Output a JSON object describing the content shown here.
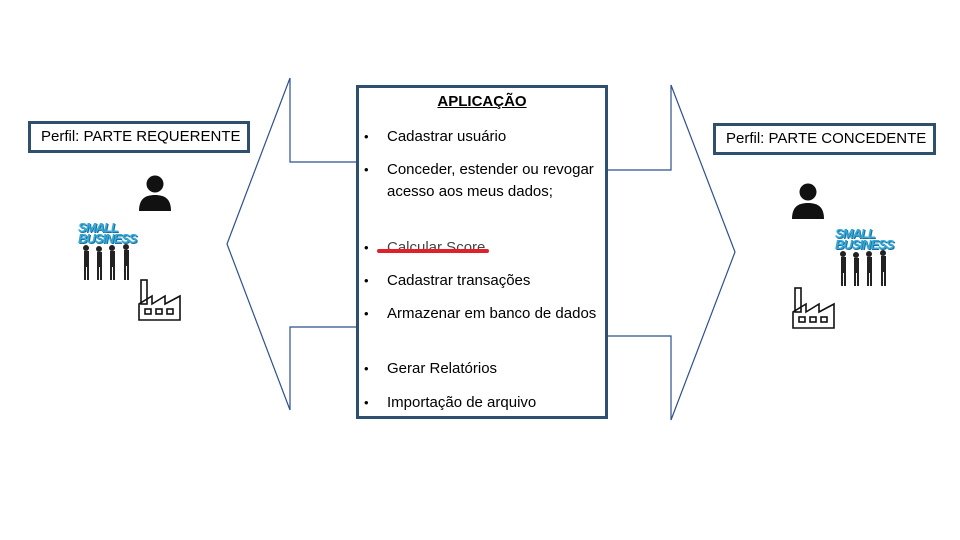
{
  "left_profile": {
    "label": "Perfil: PARTE REQUERENTE",
    "icons": [
      "person-icon",
      "small-business-icon",
      "factory-icon"
    ]
  },
  "right_profile": {
    "label": "Perfil: PARTE CONCEDENTE",
    "icons": [
      "person-icon",
      "small-business-icon",
      "factory-icon"
    ]
  },
  "application": {
    "title": "APLICAÇÃO",
    "items": [
      {
        "text": "Cadastrar usuário",
        "struck": false
      },
      {
        "text": "Conceder, estender ou revogar acesso aos meus dados;",
        "struck": false
      },
      {
        "text": "Calcular Score",
        "struck": true
      },
      {
        "text": "Cadastrar transações",
        "struck": false
      },
      {
        "text": "Armazenar em banco de dados",
        "struck": false
      },
      {
        "text": "Gerar Relatórios",
        "struck": false
      },
      {
        "text": "Importação de arquivo",
        "struck": false
      }
    ]
  },
  "small_business_logo": {
    "line1": "SMALL",
    "line2": "BUSINESS"
  },
  "colors": {
    "box_border": "#2f4f6f",
    "arrow_stroke": "#2f4f8f",
    "strike": "#e0202a",
    "logo_blue": "#36a9d8"
  }
}
